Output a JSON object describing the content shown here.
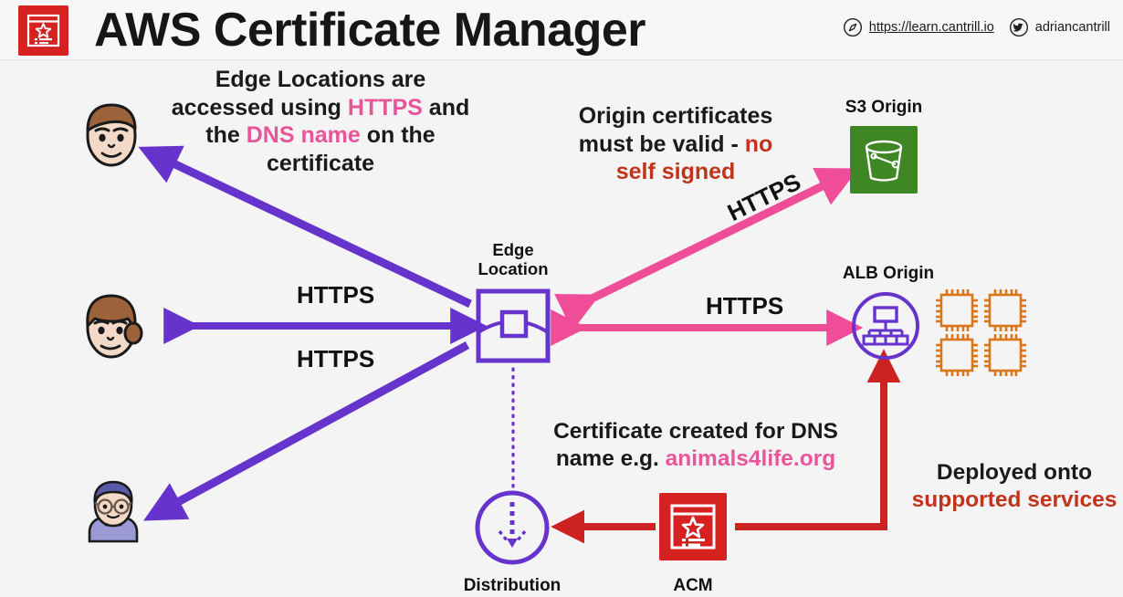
{
  "header": {
    "title": "AWS Certificate Manager",
    "logo_icon": "acm-certificate-icon",
    "links": [
      {
        "icon": "compass-icon",
        "text": "https://learn.cantrill.io"
      },
      {
        "icon": "twitter-bird-icon",
        "text": "adriancantrill"
      }
    ]
  },
  "notes": {
    "edge_locations": {
      "line1": "Edge Locations are",
      "line2_a": "accessed using ",
      "line2_b": "HTTPS",
      "line2_c": " and",
      "line3_a": "the ",
      "line3_b": "DNS name",
      "line3_c": " on the",
      "line4": "certificate"
    },
    "origin_certificates": {
      "line1": "Origin certificates",
      "line2_a": "must be valid - ",
      "line2_b": "no",
      "line3": "self signed"
    },
    "certificate_dns": {
      "line1": "Certificate created for DNS",
      "line2_a": "name e.g. ",
      "line2_b": "animals4life.org"
    },
    "deployed": {
      "line1": "Deployed onto",
      "line2": "supported services"
    }
  },
  "nodes": {
    "edge_location": {
      "label_line1": "Edge",
      "label_line2": "Location",
      "icon": "edge-location-icon"
    },
    "distribution": {
      "label": "Distribution",
      "icon": "cloudfront-distribution-icon"
    },
    "acm": {
      "label": "ACM",
      "icon": "acm-certificate-icon"
    },
    "s3_origin": {
      "label": "S3 Origin",
      "icon": "s3-bucket-icon"
    },
    "alb_origin": {
      "label": "ALB Origin",
      "icon": "application-load-balancer-icon"
    },
    "ec2_instances": {
      "icon": "ec2-instances-icon",
      "count": 4
    },
    "user_top": {
      "icon": "user-avatar-male-icon"
    },
    "user_middle": {
      "icon": "user-avatar-female-icon"
    },
    "user_bottom": {
      "icon": "user-avatar-glasses-icon"
    }
  },
  "arrow_labels": {
    "https_user_middle": "HTTPS",
    "https_user_bottom": "HTTPS",
    "https_s3": "HTTPS",
    "https_alb": "HTTPS"
  },
  "colors": {
    "purple": "#6633cc",
    "pink": "#ef4d97",
    "red": "#d62121",
    "dark_red": "#c0341c",
    "green": "#3f8624",
    "orange": "#d9751b",
    "background": "#f4f4f4"
  }
}
